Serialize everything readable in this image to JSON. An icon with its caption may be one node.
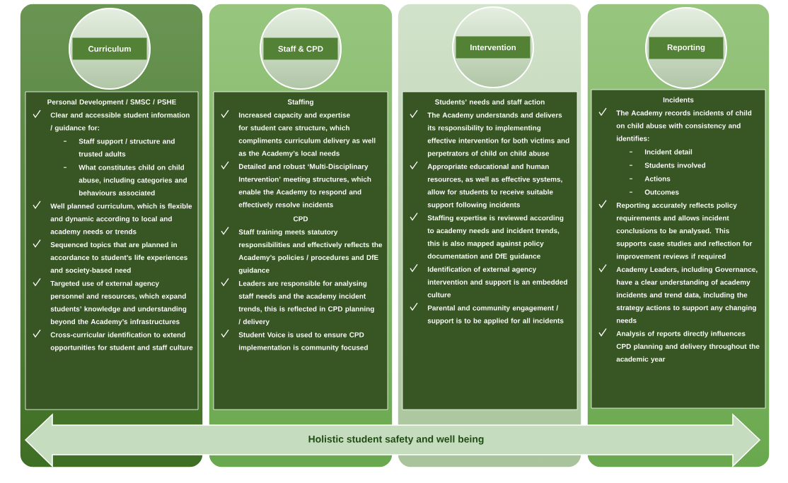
{
  "diagram": {
    "nodes": [
      {
        "text": [],
        "shape": "box"
      },
      {
        "text": [
          "Curriculum"
        ],
        "in": 0
      },
      {
        "text": [
          "Personal Development / SMSC / PSHE",
          "Clear and accessible student information / guidance for:",
          "Staff support / structure and trusted adults",
          "What constitutes child on child abuse, including categories and behaviours associated",
          "Well planned curriculum, which is flexible and dynamic according to local and academy needs or trends",
          "Sequenced topics that are planned in accordance to student’s life experiences and society-based need",
          "Targeted use of external agency personnel and resources, which expand students’ knowledge and understanding beyond the Academy’s infrastructures",
          "Cross-curricular identification to extend opportunities for student and staff culture"
        ],
        "in": 0
      },
      {
        "text": [],
        "shape": "box"
      },
      {
        "text": [
          "Staff & CPD"
        ],
        "in": 3
      },
      {
        "text": [
          "Staffing",
          "Increased capacity and expertise for student care structure, which compliments curriculum delivery as well as the Academy’s local needs",
          "Detailed and robust ‘Multi-Disciplinary Intervention’ meeting structures, which enable the Academy to respond and effectively resolve incidents",
          "CPD",
          "Staff training meets statutory responsibilities and effectively reflects the Academy’s policies / procedures and DfE guidance",
          "Leaders are responsible for analysing staff needs and the academy incident trends, this is reflected in CPD planning / delivery",
          "Student Voice is used to ensure CPD implementation is community focused"
        ],
        "in": 3
      },
      {
        "text": [],
        "shape": "box"
      },
      {
        "text": [
          "Intervention"
        ],
        "in": 6
      },
      {
        "text": [
          "Students’ needs and staff action",
          "The Academy understands and delivers its responsibility to implementing effective intervention for both victims and perpetrators of child on child abuse",
          "Appropriate educational and human resources, as well as effective systems, allow for students to receive suitable support following incidents",
          "Staffing expertise is reviewed according to academy needs and incident trends, this is also mapped against policy documentation and DfE guidance",
          "Identification of external agency intervention and support is an embedded culture",
          "Parental and community engagement / support is to be applied for all incidents"
        ],
        "in": 6
      },
      {
        "text": [],
        "shape": "box"
      },
      {
        "text": [
          "Reporting"
        ],
        "in": 9
      },
      {
        "text": [
          "Incidents",
          "The Academy records incidents of child on child abuse with consistency and identifies:",
          "Incident detail",
          "Students involved",
          "Actions",
          "Outcomes",
          "Reporting accurately reflects policy requirements and allows incident conclusions to be analysed. This supports case studies and reflection for improvement reviews if required",
          "Academy Leaders, including Governance, have a clear understanding of academy incidents and trend data, including the strategy actions to support any changing needs",
          "Analysis of reports directly influences CPD planning and delivery throughout the academic year"
        ],
        "in": 9
      },
      {
        "text": [
          "Holistic student safety and well being"
        ]
      }
    ]
  }
}
